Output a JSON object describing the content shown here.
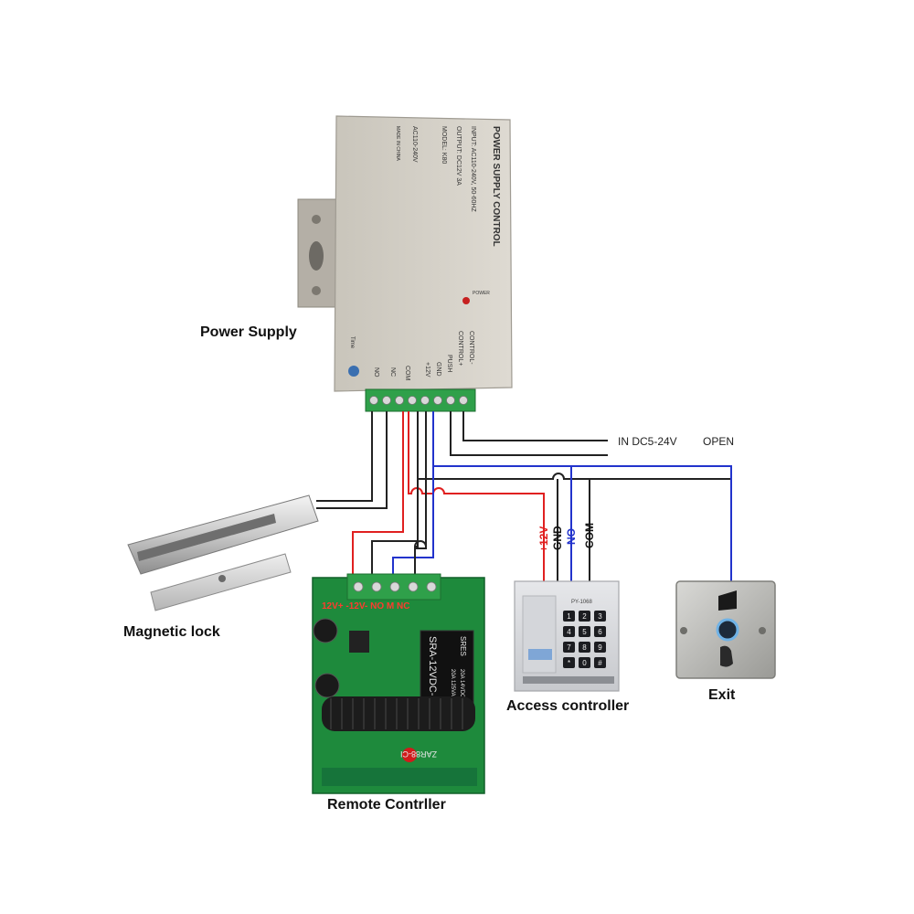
{
  "labels": {
    "power_supply": "Power Supply",
    "magnetic_lock": "Magnetic lock",
    "remote_controller": "Remote Contrller",
    "access_controller": "Access controller",
    "exit": "Exit",
    "in_dc": "IN DC5-24V",
    "open": "OPEN"
  },
  "power_supply_device": {
    "brand_title": "POWER SUPPLY CONTROL",
    "input_line": "INPUT: AC110-240V, 50-60HZ",
    "output_line": "OUTPUT: DC12V 3A",
    "model_line": "MODEL: K80",
    "voltage_line": "AC110-240V",
    "origin_line": "MADE IN CHINA",
    "power_led_label": "POWER",
    "time_label": "Time",
    "terminal_labels": [
      "CONTROL-",
      "CONTROL+",
      "PUSH",
      "GND",
      "+12V",
      "COM",
      "NC",
      "NO"
    ]
  },
  "access_controller_wires": [
    "+12V",
    "GND",
    "NO",
    "COM"
  ],
  "remote_board": {
    "terminal_text": "12V+ -12V- NO M NC",
    "relay_text": "SRA-12VDC-CL",
    "relay_brand": "SRES",
    "relay_spec_1": "20A 14VDC",
    "relay_spec_2": "20A 125VAC",
    "crystal_text": "ZAR88-CI"
  },
  "keypad_device": {
    "model": "PY-1068",
    "keys": [
      "1",
      "2",
      "3",
      "4",
      "5",
      "6",
      "7",
      "8",
      "9",
      "*",
      "0",
      "#"
    ]
  },
  "colors": {
    "wire_black": "#222222",
    "wire_red": "#e02020",
    "wire_blue": "#2233cc",
    "pcb_green": "#1e8a3c",
    "case_grey": "#cfcbc2",
    "terminal_green": "#2fa04a"
  }
}
